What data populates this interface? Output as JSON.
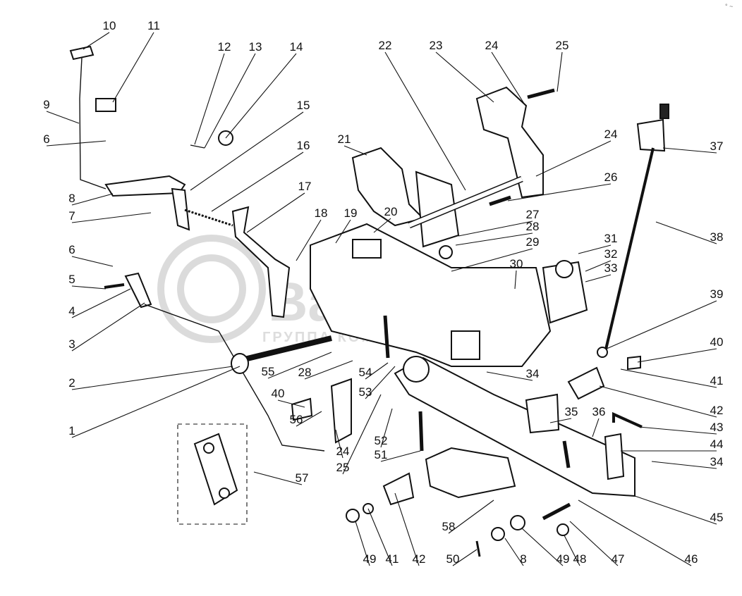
{
  "watermark": {
    "brand": "Base.pro",
    "caption": "ГРУППА КОМПАНИЙ"
  },
  "corner_mark": "° ~",
  "callouts": [
    {
      "id": "10"
    },
    {
      "id": "11"
    },
    {
      "id": "12"
    },
    {
      "id": "13"
    },
    {
      "id": "14"
    },
    {
      "id": "9"
    },
    {
      "id": "15"
    },
    {
      "id": "6"
    },
    {
      "id": "16"
    },
    {
      "id": "17"
    },
    {
      "id": "8"
    },
    {
      "id": "7"
    },
    {
      "id": "18"
    },
    {
      "id": "19"
    },
    {
      "id": "20"
    },
    {
      "id": "6"
    },
    {
      "id": "5"
    },
    {
      "id": "4"
    },
    {
      "id": "3"
    },
    {
      "id": "2"
    },
    {
      "id": "1"
    },
    {
      "id": "22"
    },
    {
      "id": "23"
    },
    {
      "id": "24"
    },
    {
      "id": "25"
    },
    {
      "id": "21"
    },
    {
      "id": "24"
    },
    {
      "id": "37"
    },
    {
      "id": "26"
    },
    {
      "id": "27"
    },
    {
      "id": "28"
    },
    {
      "id": "29"
    },
    {
      "id": "38"
    },
    {
      "id": "31"
    },
    {
      "id": "32"
    },
    {
      "id": "33"
    },
    {
      "id": "30"
    },
    {
      "id": "39"
    },
    {
      "id": "40"
    },
    {
      "id": "41"
    },
    {
      "id": "34"
    },
    {
      "id": "55"
    },
    {
      "id": "28"
    },
    {
      "id": "54"
    },
    {
      "id": "53"
    },
    {
      "id": "40"
    },
    {
      "id": "56"
    },
    {
      "id": "24"
    },
    {
      "id": "25"
    },
    {
      "id": "52"
    },
    {
      "id": "51"
    },
    {
      "id": "42"
    },
    {
      "id": "35"
    },
    {
      "id": "36"
    },
    {
      "id": "43"
    },
    {
      "id": "44"
    },
    {
      "id": "34"
    },
    {
      "id": "57"
    },
    {
      "id": "45"
    },
    {
      "id": "58"
    },
    {
      "id": "46"
    },
    {
      "id": "47"
    },
    {
      "id": "48"
    },
    {
      "id": "49"
    },
    {
      "id": "8"
    },
    {
      "id": "50"
    },
    {
      "id": "42"
    },
    {
      "id": "41"
    },
    {
      "id": "49"
    }
  ]
}
